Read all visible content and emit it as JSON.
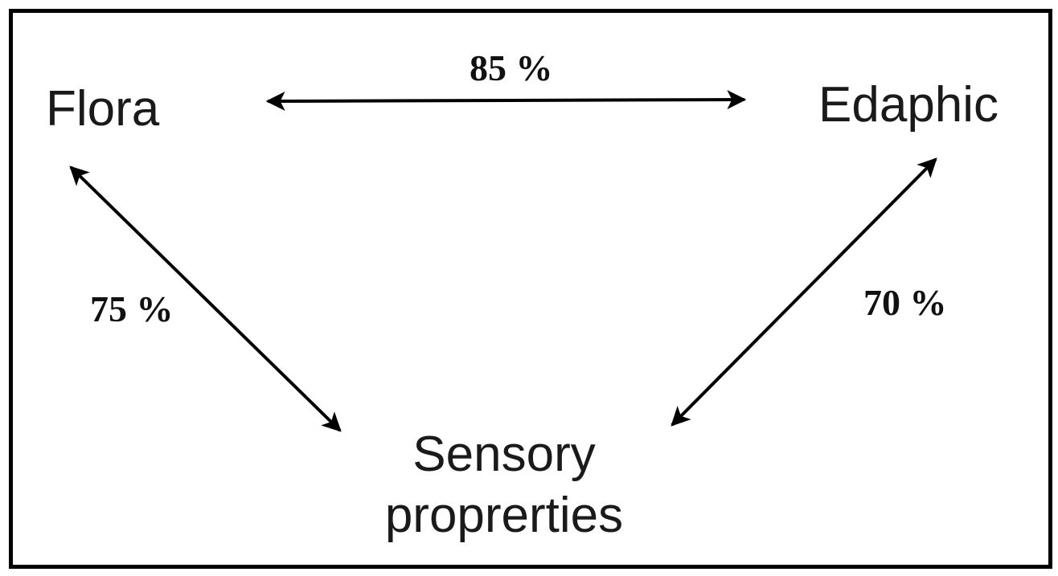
{
  "nodes": {
    "flora": "Flora",
    "edaphic": "Edaphic",
    "sensory_line1": "Sensory",
    "sensory_line2": "proprerties"
  },
  "edges": {
    "flora_edaphic": "85 %",
    "flora_sensory": "75 %",
    "edaphic_sensory": "70 %"
  },
  "colors": {
    "border": "#000000",
    "arrow": "#000000",
    "text": "#1a1a1a"
  }
}
